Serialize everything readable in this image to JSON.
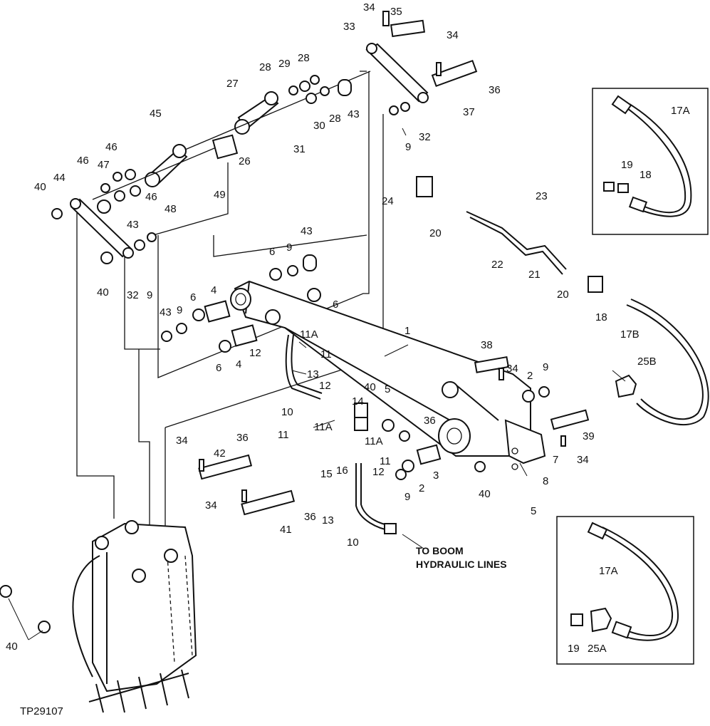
{
  "figure_id": "TP29107",
  "callout_text": [
    "TO BOOM",
    "HYDRAULIC LINES"
  ],
  "labels": {
    "l1": "1",
    "l2a": "2",
    "l2b": "2",
    "l3": "3",
    "l4a": "4",
    "l4b": "4",
    "l5a": "5",
    "l5b": "5",
    "l6a": "6",
    "l6b": "6",
    "l6c": "6",
    "l6d": "6",
    "l7": "7",
    "l8": "8",
    "l9a": "9",
    "l9b": "9",
    "l9c": "9",
    "l9d": "9",
    "l9e": "9",
    "l9f": "9",
    "l10a": "10",
    "l10b": "10",
    "l11a": "11",
    "l11b": "11",
    "l11c": "11",
    "l11Aa": "11A",
    "l11Ab": "11A",
    "l11Ac": "11A",
    "l12a": "12",
    "l12b": "12",
    "l12c": "12",
    "l13a": "13",
    "l13b": "13",
    "l14": "14",
    "l15": "15",
    "l16": "16",
    "l17A1": "17A",
    "l17A2": "17A",
    "l17B": "17B",
    "l18a": "18",
    "l18b": "18",
    "l19a": "19",
    "l19b": "19",
    "l20a": "20",
    "l20b": "20",
    "l21": "21",
    "l22": "22",
    "l23": "23",
    "l24": "24",
    "l25A": "25A",
    "l25B": "25B",
    "l26": "26",
    "l27": "27",
    "l28a": "28",
    "l28b": "28",
    "l28c": "28",
    "l29": "29",
    "l30": "30",
    "l31": "31",
    "l32a": "32",
    "l32b": "32",
    "l33": "33",
    "l34a": "34",
    "l34b": "34",
    "l34c": "34",
    "l34d": "34",
    "l34e": "34",
    "l34f": "34",
    "l35": "35",
    "l36a": "36",
    "l36b": "36",
    "l36c": "36",
    "l36d": "36",
    "l37": "37",
    "l38": "38",
    "l39": "39",
    "l40a": "40",
    "l40b": "40",
    "l40c": "40",
    "l40d": "40",
    "l40e": "40",
    "l41": "41",
    "l42": "42",
    "l43a": "43",
    "l43b": "43",
    "l43c": "43",
    "l43d": "43",
    "l44": "44",
    "l45": "45",
    "l46a": "46",
    "l46b": "46",
    "l46c": "46",
    "l47": "47",
    "l48": "48",
    "l49": "49"
  }
}
